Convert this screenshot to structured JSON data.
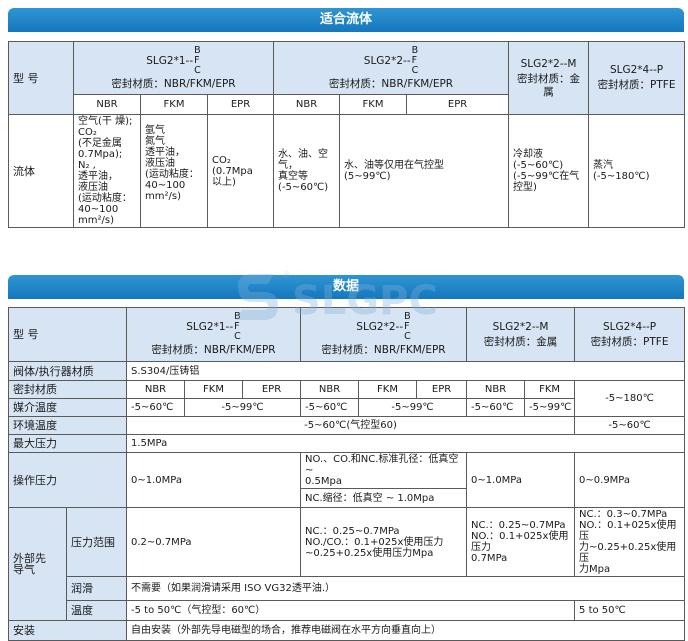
{
  "section1": {
    "title": "适合流体",
    "type_label": "型 号",
    "models": [
      {
        "name": "SLG2*1--",
        "variants": [
          "B",
          "F",
          "C"
        ],
        "seal": "密封材质：NBR/FKM/EPR"
      },
      {
        "name": "SLG2*2--",
        "variants": [
          "B",
          "F",
          "C"
        ],
        "seal": "密封材质：NBR/FKM/EPR"
      },
      {
        "name": "SLG2*2--M",
        "seal": "密封材质：金属"
      },
      {
        "name": "SLG2*4--P",
        "seal": "密封材质：PTFE"
      }
    ],
    "materials": [
      "NBR",
      "FKM",
      "EPR",
      "NBR",
      "FKM",
      "EPR"
    ],
    "fluid_label": "流体",
    "fluid": {
      "m1_nbr": [
        "空气(干 燥);",
        "CO₂",
        "(不足金属",
        "0.7Mpa);",
        "N₂ ,",
        "透平油，",
        "液压油",
        "(运动粘度：",
        "40~100",
        "mm²/s)"
      ],
      "m1_fkm": [
        "氩气",
        "氮气",
        "透平油，",
        "液压油",
        "(运动粘度：",
        "40~100",
        "mm²/s)"
      ],
      "m1_epr": [
        "CO₂",
        "(0.7Mpa",
        "以上)"
      ],
      "m2_nbr": [
        "水、油、空",
        "气，",
        "真空等",
        "(-5~60℃)"
      ],
      "m2_fkm_epr": [
        "水、油等仅用在气控型",
        "(5~99℃)"
      ],
      "m3": [
        "冷却液",
        "(-5~60℃)",
        "(-5~99℃在气控型)"
      ],
      "m4": [
        "蒸汽",
        "(-5~180℃)"
      ]
    }
  },
  "section2": {
    "title": "数据",
    "type_label": "型 号",
    "models": [
      {
        "name": "SLG2*1--",
        "variants": [
          "B",
          "F",
          "C"
        ],
        "seal": "密封材质：NBR/FKM/EPR"
      },
      {
        "name": "SLG2*2--",
        "variants": [
          "B",
          "F",
          "C"
        ],
        "seal": "密封材质：NBR/FKM/EPR"
      },
      {
        "name": "SLG2*2--M",
        "seal": "密封材质：金属"
      },
      {
        "name": "SLG2*4--P",
        "seal": "密封材质：PTFE"
      }
    ],
    "rows": {
      "body_label": "阀体/执行器材质",
      "body_value": "S.S304/压铸铝",
      "seal_label": "密封材质",
      "seal_values": [
        "NBR",
        "FKM",
        "EPR",
        "NBR",
        "FKM",
        "EPR",
        "NBR",
        "FKM"
      ],
      "media_label": "媒介温度",
      "media_values": [
        "-5~60℃",
        "-5~99℃",
        "-5~60℃",
        "-5~99℃",
        "-5~60℃",
        "-5~99℃",
        "-5~180℃"
      ],
      "ambient_label": "环境温度",
      "ambient_values": [
        "-5~60℃(气控型60)",
        "-5~60℃"
      ],
      "maxp_label": "最大压力",
      "maxp_value": "1.5MPa",
      "op_label": "操作压力",
      "op_m1": "0~1.0MPa",
      "op_m2a": [
        "NO.、CO.和NC.标准孔径：低真空~",
        "0.5Mpa"
      ],
      "op_m2b": "NC.缩径：低真空 ~ 1.0Mpa",
      "op_m3": "0~1.0MPa",
      "op_m4": "0~0.9MPa",
      "pilot_label": [
        "外部先",
        "导气"
      ],
      "prange_label": "压力范围",
      "prange_m1": "0.2~0.7MPa",
      "prange_m2": [
        "NC.：0.25~0.7MPa",
        "NO./CO.：0.1+025x使用压力",
        "~0.25+0.25x使用压力Mpa"
      ],
      "prange_m3": [
        "NC.：0.25~0.7MPa",
        "NO.：0.1+025x使用压力",
        "0.7MPa"
      ],
      "prange_m4": [
        "NC.：0.3~0.7MPa",
        "NO.：0.1+025x使用压",
        "力~0.25+0.25x使用压",
        "力Mpa"
      ],
      "lube_label": "润滑",
      "lube_value": "不需要（如果润滑请采用 ISO VG32透平油.）",
      "temp_label": "温度",
      "temp_value": "-5 to 50℃（气控型：60℃）",
      "temp_m4": "5 to 50℃",
      "install_label": "安装",
      "install_value": "自由安装（外部先导电磁型的场合，推荐电磁阀在水平方向垂直向上）"
    }
  },
  "watermark": {
    "text": "SLGPC",
    "mark": "®"
  },
  "colors": {
    "banner": "#1d80c4",
    "header": "#d7e4f3",
    "border": "#5a5a5a",
    "watermark": "#7fb2dc"
  }
}
